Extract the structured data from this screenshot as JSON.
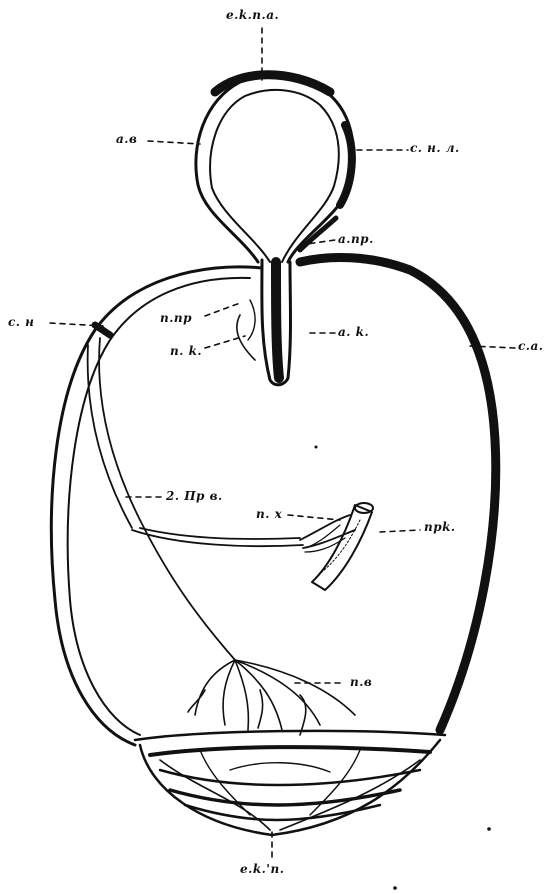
{
  "labels": {
    "top": "e.k.n.a.",
    "upper_left": "a.в",
    "upper_right": "c. н. л.",
    "mid_right_small": "a.np.",
    "left": "c. н",
    "center_upper_left": "n.np",
    "center_lower_left": "n. k.",
    "center_right": "a. k.",
    "right": "c.a.",
    "branch_left": "2. Пp в.",
    "branch_small": "п. x",
    "organ": "npk.",
    "bottom_branch": "п.в",
    "bottom": "e.k.'n."
  },
  "colors": {
    "ink": "#111111",
    "background": "#ffffff"
  }
}
